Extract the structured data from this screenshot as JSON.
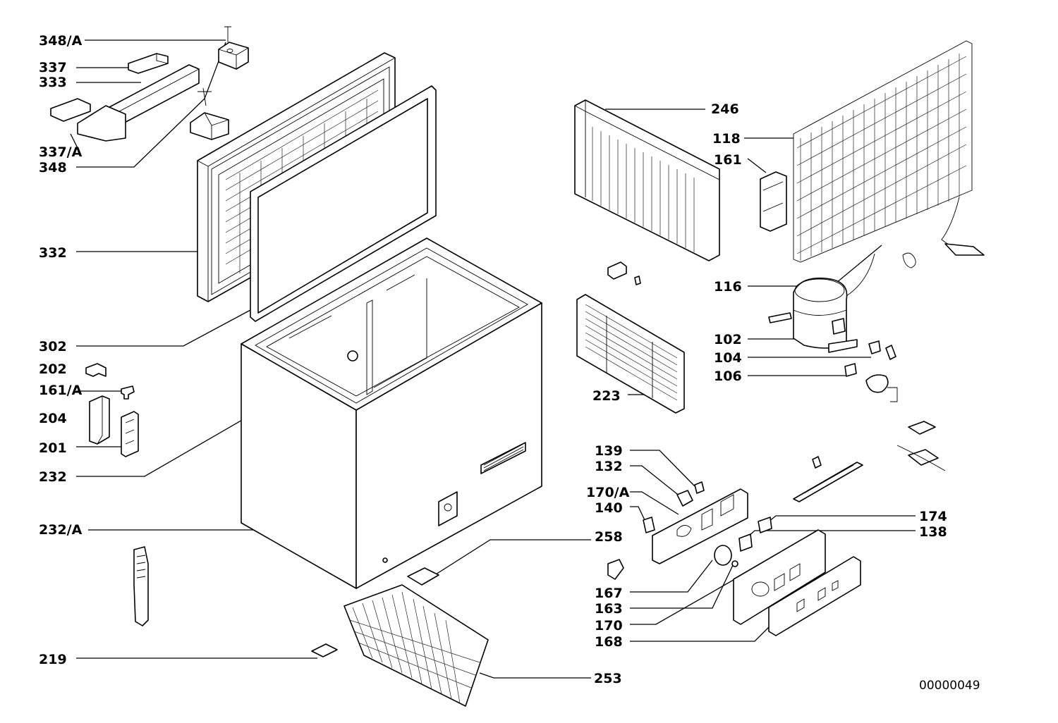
{
  "labels": {
    "l348A": "348/A",
    "l337": "337",
    "l333": "333",
    "l337A": "337/A",
    "l348": "348",
    "l332": "332",
    "l302": "302",
    "l202": "202",
    "l161A": "161/A",
    "l204": "204",
    "l201": "201",
    "l232": "232",
    "l232A": "232/A",
    "l219": "219",
    "l246": "246",
    "l118": "118",
    "l161": "161",
    "l116": "116",
    "l102": "102",
    "l104": "104",
    "l106": "106",
    "l223": "223",
    "l139": "139",
    "l132": "132",
    "l170A": "170/A",
    "l140": "140",
    "l174": "174",
    "l138": "138",
    "l258": "258",
    "l167": "167",
    "l163": "163",
    "l170": "170",
    "l168": "168",
    "l253": "253"
  },
  "diagram_id": "00000049"
}
